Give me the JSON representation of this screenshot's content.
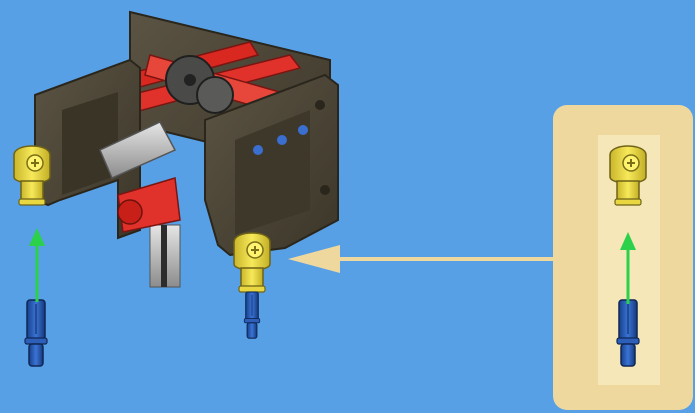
{
  "colors": {
    "background": "#58a0e6",
    "callout": "#efd89e",
    "arrow": "#efd89e",
    "frame": "#4b4537",
    "axle": "#e0322a",
    "connector": "#f3e04a",
    "pin": "#2a5fbf",
    "guide": "#2bd14a"
  },
  "icons": {
    "main_assembly": "technic-frame-gearbox",
    "connector": "yellow-axle-connector",
    "pin": "blue-technic-pin",
    "guide_arrow": "green-up-arrow",
    "callout_arrow": "tan-left-arrow"
  }
}
